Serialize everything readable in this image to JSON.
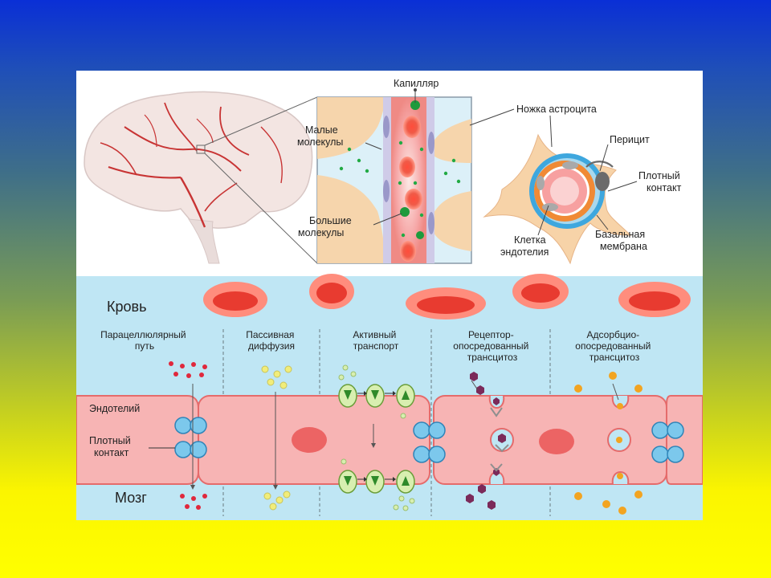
{
  "colors": {
    "rbc": "#e63333",
    "rbc_light": "#ff7d6e",
    "endothelium": "#f6b6b6",
    "endothelium_edge": "#e56b6b",
    "blood_bg": "#bfe6f4",
    "tight_junction": "#7cc8ec",
    "small_molecule": "#22aa44",
    "large_molecule": "#1e9a3c",
    "astrocyte": "#f7d3a8",
    "basement": "#3ea7de",
    "pericyte": "#6b6b6b",
    "paracellular_dot": "#e0283c",
    "passive_dot": "#f1ed7a",
    "active_dot": "#d8efb0",
    "receptor_dot": "#7b2a5a",
    "adsorptive_dot": "#f2a421"
  },
  "top": {
    "capillary_label": "Капилляр",
    "small_molecules_label": "Малые молекулы",
    "large_molecules_label": "Большие молекулы",
    "astrocyte_foot_label": "Ножка астроцита",
    "pericyte_label": "Перицит",
    "tight_junction_label": "Плотный контакт",
    "endothelial_cell_label": "Клетка эндотелия",
    "basement_membrane_label": "Базальная мембрана"
  },
  "bottom": {
    "blood_label": "Кровь",
    "endothelium_label": "Эндотелий",
    "tight_junction_label": "Плотный контакт",
    "brain_label": "Мозг",
    "mechanisms": [
      {
        "title": "Парацеллюлярный путь",
        "icon": "red-dots"
      },
      {
        "title": "Пассивная диффузия",
        "icon": "yellow-dots"
      },
      {
        "title": "Активный транспорт",
        "icon": "transporter-icon"
      },
      {
        "title": "Рецептор-опосредованный трансцитоз",
        "icon": "receptor-icon"
      },
      {
        "title": "Адсорбцио-опосредованный трансцитоз",
        "icon": "sun-molecule-icon"
      }
    ]
  }
}
